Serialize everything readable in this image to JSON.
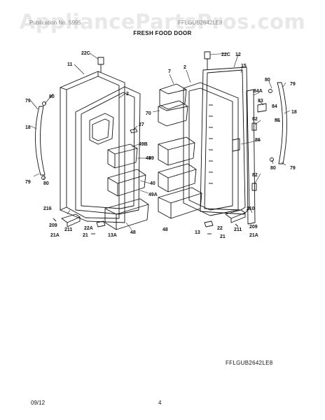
{
  "watermark": "AppliancePartsPros.com",
  "header": {
    "left": "Publication No. 5995",
    "right": "FFLGUB2642LE8"
  },
  "title": "FRESH FOOD DOOR",
  "model": "FFLGUB2642LE8",
  "date": "09/12",
  "page_number": "4",
  "callouts": [
    "22C",
    "11",
    "80",
    "2",
    "79",
    "18",
    "27",
    "49B",
    "49",
    "40",
    "49A",
    "48",
    "79",
    "80",
    "216",
    "209",
    "211",
    "21A",
    "22A",
    "13A",
    "21",
    "7",
    "70",
    "2",
    "22C",
    "12",
    "15",
    "80",
    "79",
    "84A",
    "83",
    "84",
    "18",
    "85",
    "82",
    "86",
    "82",
    "210",
    "22",
    "13",
    "21",
    "211",
    "209",
    "21A",
    "80",
    "79",
    "49",
    "48"
  ]
}
